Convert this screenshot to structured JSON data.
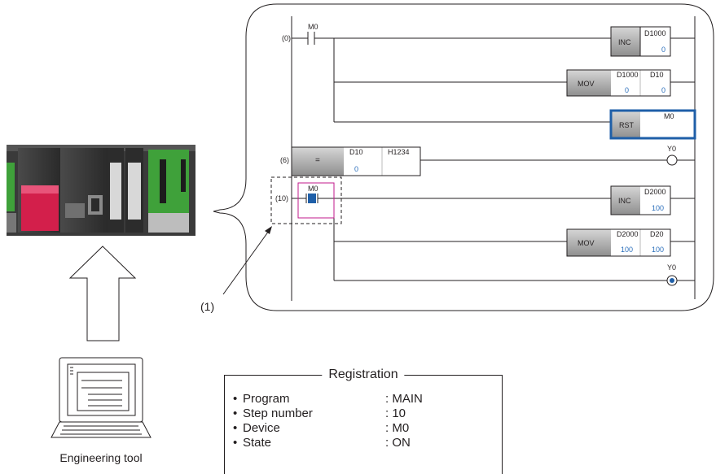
{
  "ladder": {
    "rung0": {
      "step": "(0)",
      "contact": "M0"
    },
    "inc1": {
      "op": "INC",
      "dev": "D1000",
      "val": "0"
    },
    "mov1": {
      "op": "MOV",
      "src": "D1000",
      "src_val": "0",
      "dst": "D10",
      "dst_val": "0"
    },
    "rst1": {
      "op": "RST",
      "dev": "M0"
    },
    "rung6": {
      "step": "(6)",
      "op": "=",
      "s1": "D10",
      "s1_val": "0",
      "s2": "H1234",
      "coil": "Y0"
    },
    "rung10": {
      "step": "(10)",
      "contact": "M0"
    },
    "inc2": {
      "op": "INC",
      "dev": "D2000",
      "val": "100"
    },
    "mov2": {
      "op": "MOV",
      "src": "D2000",
      "src_val": "100",
      "dst": "D20",
      "dst_val": "100"
    },
    "coil2": {
      "dev": "Y0"
    }
  },
  "marker_label": "(1)",
  "engineering_tool_label": "Engineering tool",
  "registration": {
    "title": "Registration",
    "bullet": "•",
    "rows": [
      {
        "label": "Program",
        "value": ": MAIN"
      },
      {
        "label": "Step number",
        "value": ": 10"
      },
      {
        "label": "Device",
        "value": ": M0"
      },
      {
        "label": "State",
        "value": ": ON"
      }
    ]
  },
  "colors": {
    "highlight_box": "#1f5fa8",
    "step_highlight": "#c2188b",
    "monitor_value": "#2a6ebb",
    "plc_red": "#d31f4b",
    "plc_green": "#3fa13a"
  }
}
